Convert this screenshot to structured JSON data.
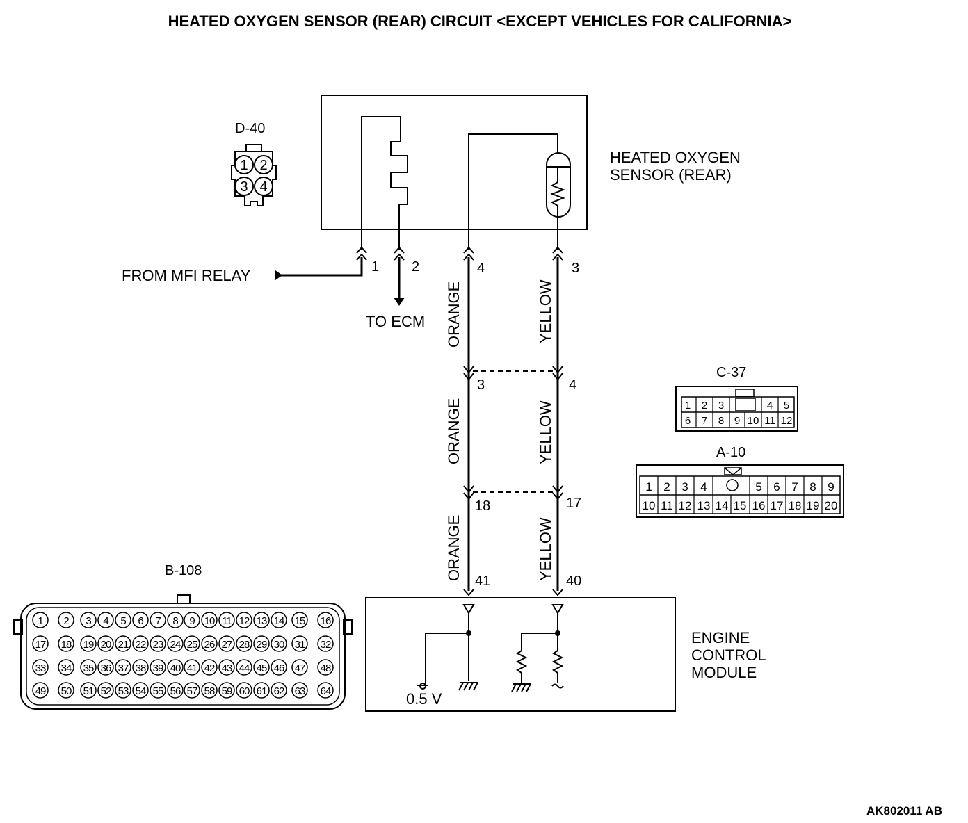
{
  "title": "HEATED OXYGEN SENSOR (REAR) CIRCUIT <EXCEPT VEHICLES FOR CALIFORNIA>",
  "figure_id": "AK802011 AB",
  "components": {
    "sensor": {
      "line1": "HEATED OXYGEN",
      "line2": "SENSOR (REAR)"
    },
    "ecm": {
      "line1": "ENGINE",
      "line2": "CONTROL",
      "line3": "MODULE",
      "voltage": "0.5 V"
    }
  },
  "labels": {
    "from_mfi_relay": "FROM MFI RELAY",
    "to_ecm": "TO ECM"
  },
  "wires": {
    "orange": [
      "ORANGE",
      "ORANGE",
      "ORANGE"
    ],
    "yellow": [
      "YELLOW",
      "YELLOW",
      "YELLOW"
    ]
  },
  "pin_numbers": {
    "sensor_1": "1",
    "sensor_2": "2",
    "sensor_4": "4",
    "sensor_3": "3",
    "c37_orange": "3",
    "c37_yellow": "4",
    "a10_orange": "18",
    "a10_yellow": "17",
    "ecm_orange": "41",
    "ecm_yellow": "40"
  },
  "connectors": {
    "d40": {
      "name": "D-40",
      "pins": [
        "1",
        "2",
        "3",
        "4"
      ]
    },
    "c37": {
      "name": "C-37",
      "row1": [
        "1",
        "2",
        "3",
        "4",
        "5"
      ],
      "row2": [
        "6",
        "7",
        "8",
        "9",
        "10",
        "11",
        "12"
      ]
    },
    "a10": {
      "name": "A-10",
      "row1": [
        "1",
        "2",
        "3",
        "4",
        "5",
        "6",
        "7",
        "8",
        "9"
      ],
      "row2": [
        "10",
        "11",
        "12",
        "13",
        "14",
        "15",
        "16",
        "17",
        "18",
        "19",
        "20"
      ]
    },
    "b108": {
      "name": "B-108",
      "rows": [
        [
          "1",
          "2",
          "3",
          "4",
          "5",
          "6",
          "7",
          "8",
          "9",
          "10",
          "11",
          "12",
          "13",
          "14",
          "15",
          "16"
        ],
        [
          "17",
          "18",
          "19",
          "20",
          "21",
          "22",
          "23",
          "24",
          "25",
          "26",
          "27",
          "28",
          "29",
          "30",
          "31",
          "32"
        ],
        [
          "33",
          "34",
          "35",
          "36",
          "37",
          "38",
          "39",
          "40",
          "41",
          "42",
          "43",
          "44",
          "45",
          "46",
          "47",
          "48"
        ],
        [
          "49",
          "50",
          "51",
          "52",
          "53",
          "54",
          "55",
          "56",
          "57",
          "58",
          "59",
          "60",
          "61",
          "62",
          "63",
          "64"
        ]
      ]
    }
  }
}
